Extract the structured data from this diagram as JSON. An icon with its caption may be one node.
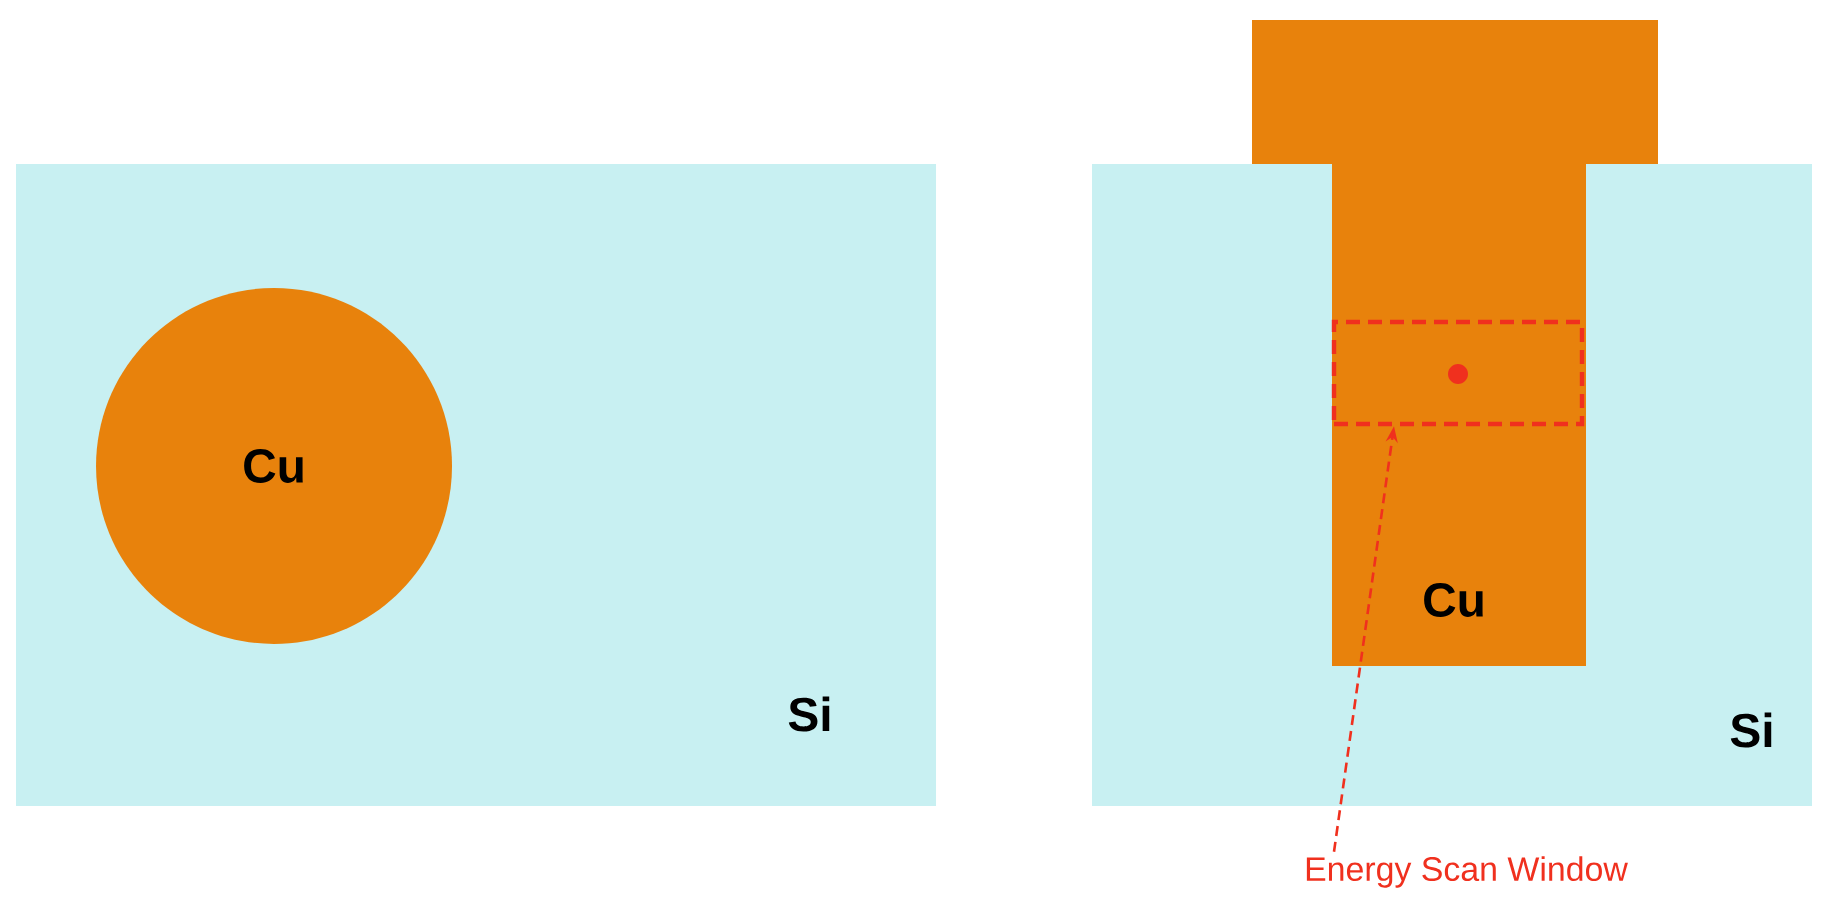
{
  "diagram": {
    "nodes": [
      {
        "text": [
          "Si"
        ]
      },
      {
        "text": [
          "Cu"
        ],
        "in": 0
      },
      {
        "text": [
          "Si"
        ]
      },
      {
        "text": [
          "Cu"
        ]
      },
      {
        "text": [],
        "shape": "box"
      },
      {
        "text": [
          "Energy Scan Window"
        ]
      }
    ],
    "edges": [
      {
        "from": 5,
        "to": 4,
        "arrow": "to",
        "style": "dashed",
        "color": "#f0301e"
      }
    ]
  }
}
